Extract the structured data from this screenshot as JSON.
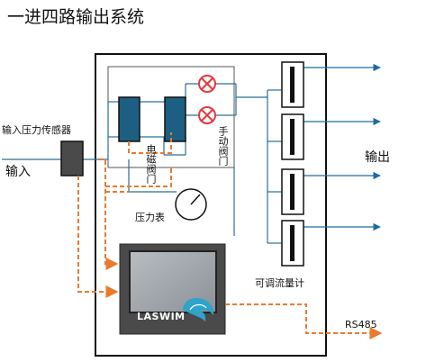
{
  "title": "一进四路输出系统",
  "labels": {
    "pressure_sensor": "输入压力传感器",
    "input": "输入",
    "output": "输出",
    "solenoid_valve": "电磁阀门",
    "manual_valve": "手动阀门",
    "pressure_gauge": "压力表",
    "flowmeter": "可调流量计",
    "rs485": "RS485",
    "brand": "LASWIM"
  },
  "colors": {
    "pipe_blue": "#2b6f96",
    "arrow_blue": "#1e6c9e",
    "signal_orange": "#e87a2e",
    "valve_fill": "#1c5f82",
    "valve_red": "#e8373c",
    "controller_body": "#4a4a4a",
    "controller_screen": "#9aa0a6"
  }
}
